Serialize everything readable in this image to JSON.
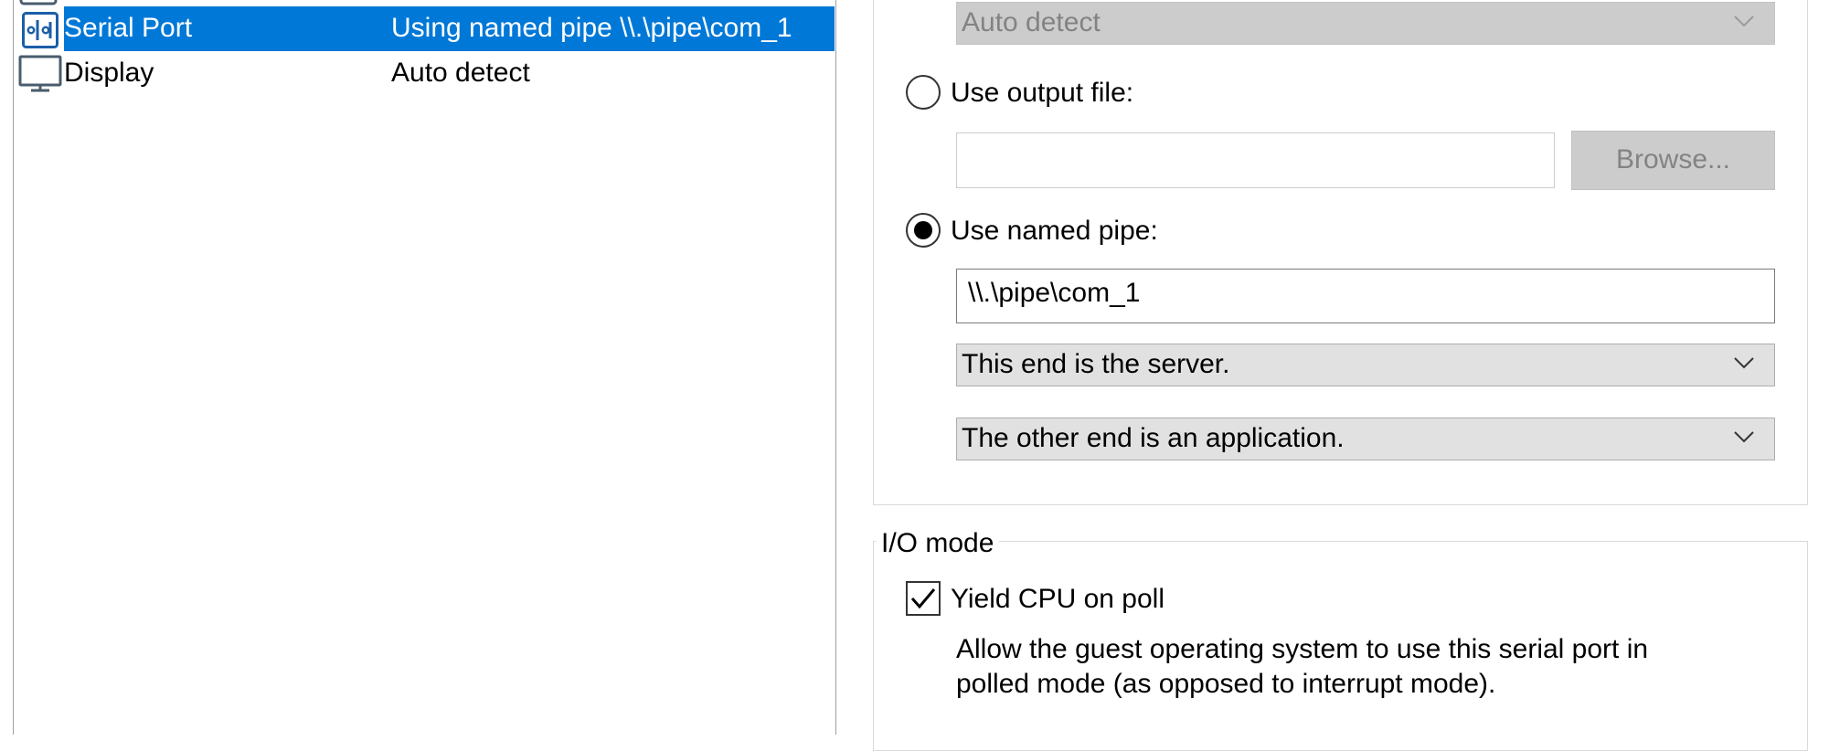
{
  "device_list": {
    "items": [
      {
        "name": "Serial Port",
        "summary": "Using named pipe \\\\.\\pipe\\com_1",
        "icon": "serial-port-icon",
        "selected": true
      },
      {
        "name": "Display",
        "summary": "Auto detect",
        "icon": "monitor-icon",
        "selected": false
      }
    ]
  },
  "connection": {
    "physical_port_combo": "Auto detect",
    "output_file_option": "Use output file:",
    "output_file_value": "",
    "browse_button": "Browse...",
    "named_pipe_option": "Use named pipe:",
    "named_pipe_value": "\\\\.\\pipe\\com_1",
    "near_end_combo": "This end is the server.",
    "far_end_combo": "The other end is an application.",
    "selected_option": "named_pipe"
  },
  "io_mode": {
    "title": "I/O mode",
    "yield_cpu_label": "Yield CPU on poll",
    "yield_cpu_checked": true,
    "description_line1": "Allow the guest operating system to use this serial port in",
    "description_line2": "polled mode (as opposed to interrupt mode)."
  },
  "colors": {
    "selection": "#0078d7",
    "icon_blue": "#1a5fa8",
    "icon_slate": "#4a5c6e"
  }
}
